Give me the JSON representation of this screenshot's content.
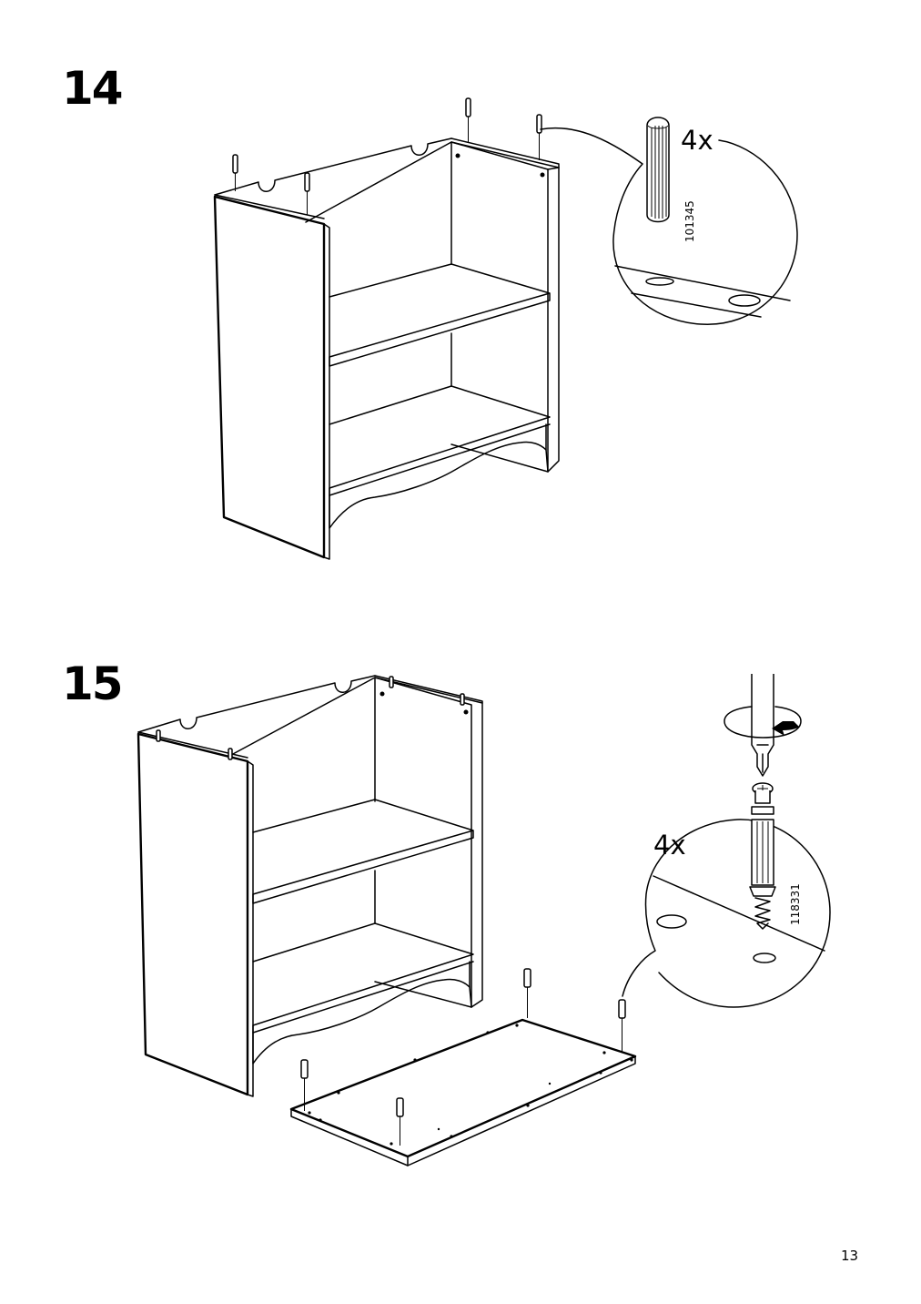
{
  "steps": [
    {
      "number": "14",
      "callout": {
        "quantity": "4x",
        "part_code": "101345",
        "part": "wooden-dowel"
      }
    },
    {
      "number": "15",
      "callout": {
        "quantity": "4x",
        "part_code": "118331",
        "part": "cam-lock-dowel"
      }
    }
  ],
  "page_number": "13"
}
